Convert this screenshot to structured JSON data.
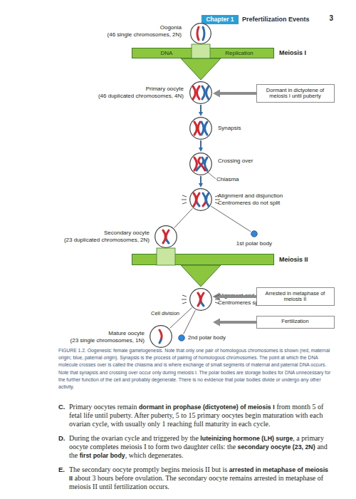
{
  "diagram": {
    "caption": "FIGURE 1.2. Oogenesis: female gametogenesis. Note that only one pair of homologous chromosomes is shown (red, maternal origin; blue, paternal origin). Synapsis is the process of pairing of homologous chromosomes. The point at which the DNA molecule crosses over is called the chiasma and is where exchange of small segments of maternal and paternal DNA occurs. Note that synapsis and crossing over occur only during meiosis I. The polar bodies are storage bodies for DNA unnecessary for the further function of the cell and probably degenerate. There is no evidence that polar bodies divide or undergo any other activity.",
    "nodes": [
      {
        "text": [
          "Chapter 1"
        ]
      },
      {
        "text": [
          "Oogonia",
          "(46 single chromosomes, 2N)"
        ]
      },
      {
        "text": [
          "DNA",
          "Replication",
          "Meiosis I"
        ]
      },
      {
        "text": [
          "Primary oocyte",
          "(46 duplicated chromosomes, 4N)"
        ]
      },
      {
        "text": [
          "Dormant in dictyotene of meiosis I until puberty"
        ]
      },
      {
        "text": [
          "Synapsis"
        ]
      },
      {
        "text": [
          "Crossing over",
          "Chiasma"
        ]
      },
      {
        "text": [
          "Alignment and disjunction",
          "Centromeres do not split"
        ]
      },
      {
        "text": [
          "Secondary oocyte",
          "(23 duplicated chromosomes, 2N)"
        ]
      },
      {
        "text": [
          "1st polar body"
        ]
      },
      {
        "text": [
          "Meiosis II"
        ]
      },
      {
        "text": [
          "Alignment and disjunction",
          "Centromeres split"
        ]
      },
      {
        "text": [
          "Arrested in metaphase of meiosis II"
        ]
      },
      {
        "text": [
          "Fertilization"
        ]
      },
      {
        "text": [
          "Mature oocyte",
          "(23 single chromosomes, 1N)"
        ]
      },
      {
        "text": [
          "2nd polar body"
        ]
      }
    ],
    "edges": [
      {
        "from": 1,
        "to": 2,
        "arrow": "none"
      },
      {
        "from": 2,
        "to": 3,
        "arrow": "to"
      },
      {
        "from": 4,
        "to": 3,
        "arrow": "to"
      },
      {
        "from": 3,
        "to": 5,
        "arrow": "to"
      },
      {
        "from": 5,
        "to": 6,
        "arrow": "to"
      },
      {
        "from": 6,
        "to": 7,
        "arrow": "to"
      },
      {
        "from": 7,
        "to": 8,
        "arrow": "none"
      },
      {
        "from": 7,
        "to": 9,
        "arrow": "none"
      },
      {
        "from": 8,
        "to": 10,
        "arrow": "none"
      },
      {
        "from": 10,
        "to": 11,
        "arrow": "to"
      },
      {
        "from": 12,
        "to": 11,
        "arrow": "to"
      },
      {
        "from": 13,
        "to": 11,
        "arrow": "to"
      },
      {
        "from": 11,
        "to": 14,
        "arrow": "none"
      },
      {
        "from": 11,
        "to": 15,
        "arrow": "none"
      }
    ],
    "labels": [
      "Prefertilization Events",
      "3",
      "Cell division",
      "C.",
      "Primary oocytes remain",
      "dormant in prophase (dictyotene) of meiosis I",
      "from month 5 of fetal life until puberty. After puberty, 5 to 15 primary oocytes begin maturation with each ovarian cycle, with usually only 1 reaching full maturity in each cycle.",
      "D.",
      "During the ovarian cycle and triggered by the",
      "luteinizing hormone (LH) surge",
      ", a primary oocyte completes meiosis I to form two daughter cells: the",
      "secondary oocyte (23, 2N)",
      "and the",
      "first polar body",
      ", which degenerates.",
      "E.",
      "The secondary oocyte promptly begins meiosis II but is",
      "arrested in metaphase of meiosis II",
      "about 3 hours before ovulation. The secondary oocyte remains arrested in metaphase of meiosis II until fertilization occurs."
    ]
  }
}
